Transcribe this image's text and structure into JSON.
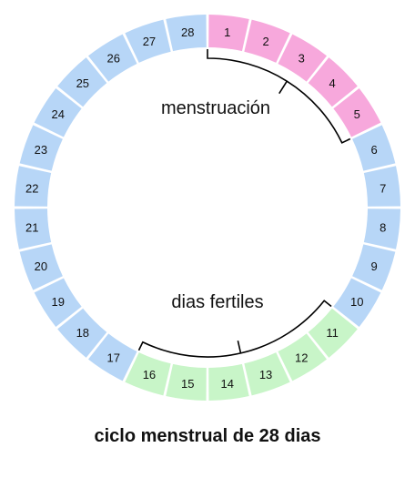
{
  "diagram": {
    "days": [
      "1",
      "2",
      "3",
      "4",
      "5",
      "6",
      "7",
      "8",
      "9",
      "10",
      "11",
      "12",
      "13",
      "14",
      "15",
      "16",
      "17",
      "18",
      "19",
      "20",
      "21",
      "22",
      "23",
      "24",
      "25",
      "26",
      "27",
      "28"
    ],
    "colors": {
      "menstruation": "#f7a8dc",
      "fertile": "#c8f5c8",
      "other": "#b7d6f7",
      "bracket": "#000000"
    },
    "menstruation": {
      "label": "menstruación",
      "first_day": 1,
      "last_day": 5
    },
    "fertile": {
      "label": "dias fertiles",
      "first_day": 11,
      "last_day": 16
    },
    "caption": "ciclo menstrual de 28 dias"
  }
}
